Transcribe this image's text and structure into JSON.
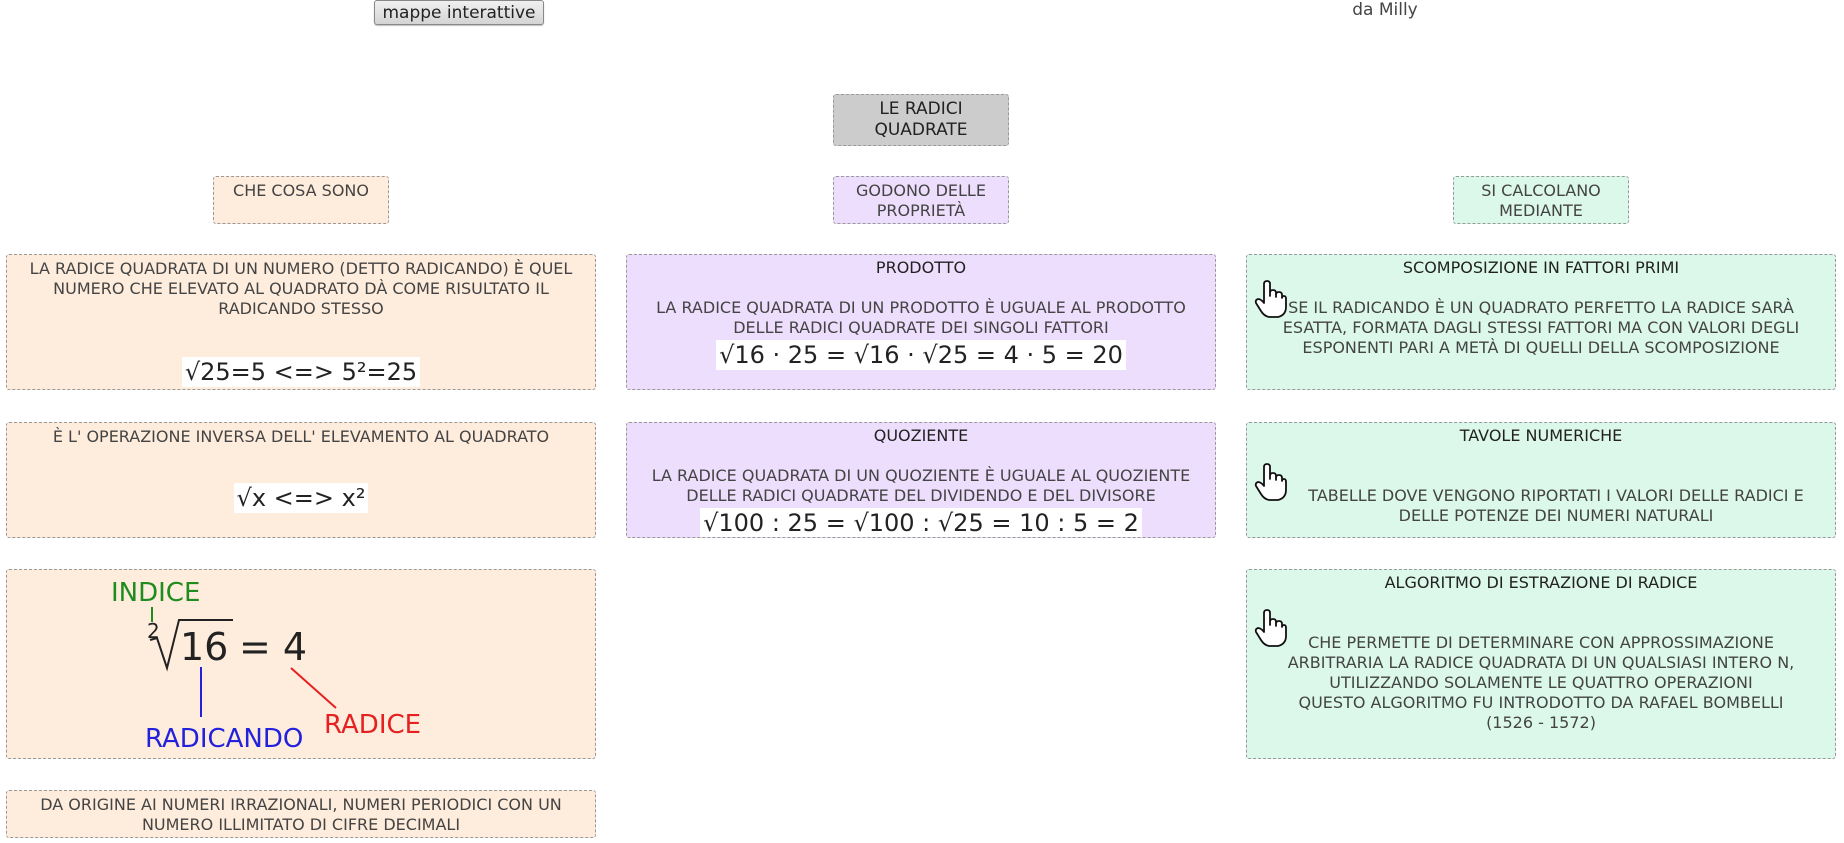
{
  "header": {
    "button_label": "mappe interattive",
    "author": "da Milly"
  },
  "root": {
    "title": "LE RADICI QUADRATE"
  },
  "branches": {
    "what": "CHE COSA SONO",
    "properties": "GODONO DELLE PROPRIETÀ",
    "methods": "SI CALCOLANO MEDIANTE"
  },
  "definition": {
    "text": "LA RADICE QUADRATA DI UN NUMERO (DETTO RADICANDO) È QUEL NUMERO CHE ELEVATO AL QUADRATO DÀ COME RISULTATO IL RADICANDO STESSO",
    "formula": "√25=5 <=> 5²=25"
  },
  "inverse": {
    "text": "È L' OPERAZIONE INVERSA DELL' ELEVAMENTO AL QUADRATO",
    "formula": "√x <=> x²"
  },
  "diagram": {
    "index_label": "INDICE",
    "index_value": "2",
    "radicand": "16",
    "equation_rest": "= 4",
    "radicand_label": "RADICANDO",
    "root_label": "RADICE",
    "colors": {
      "index": "#1e8c1e",
      "radicand": "#2222dd",
      "root": "#e62020"
    }
  },
  "irrational": {
    "text": "DA ORIGINE AI NUMERI IRRAZIONALI, NUMERI PERIODICI CON UN NUMERO ILLIMITATO DI CIFRE DECIMALI"
  },
  "product": {
    "title": "PRODOTTO",
    "text": "LA RADICE QUADRATA DI UN PRODOTTO È UGUALE AL PRODOTTO DELLE RADICI QUADRATE DEI SINGOLI FATTORI",
    "formula": "√16 · 25 = √16 · √25 = 4 · 5 = 20"
  },
  "quotient": {
    "title": "QUOZIENTE",
    "text": "LA RADICE QUADRATA DI UN QUOZIENTE È UGUALE AL QUOZIENTE DELLE RADICI QUADRATE DEL DIVIDENDO E DEL DIVISORE",
    "formula": "√100 : 25 = √100 : √25 = 10 : 5 = 2"
  },
  "factorization": {
    "title": "SCOMPOSIZIONE IN FATTORI PRIMI",
    "text": "SE IL RADICANDO È UN QUADRATO PERFETTO LA RADICE SARÀ ESATTA, FORMATA DAGLI STESSI FATTORI MA CON VALORI DEGLI ESPONENTI PARI A METÀ DI QUELLI DELLA SCOMPOSIZIONE"
  },
  "tables": {
    "title": "TAVOLE NUMERICHE",
    "text": "TABELLE DOVE VENGONO RIPORTATI I VALORI DELLE RADICI E DELLE POTENZE DEI NUMERI NATURALI"
  },
  "algorithm": {
    "title": "ALGORITMO DI ESTRAZIONE DI RADICE",
    "text": "CHE PERMETTE DI DETERMINARE CON APPROSSIMAZIONE ARBITRARIA LA RADICE QUADRATA DI UN QUALSIASI INTERO N, UTILIZZANDO SOLAMENTE LE QUATTRO OPERAZIONI",
    "note": "QUESTO ALGORITMO FU INTRODOTTO DA RAFAEL BOMBELLI",
    "years": "(1526 - 1572)"
  },
  "colors": {
    "orange_box": "#feecdc",
    "purple_box": "#ecdefc",
    "green_box": "#dcf8ea",
    "root_box": "#cccccc"
  },
  "icons": {
    "hand": "pointing-hand-icon"
  }
}
